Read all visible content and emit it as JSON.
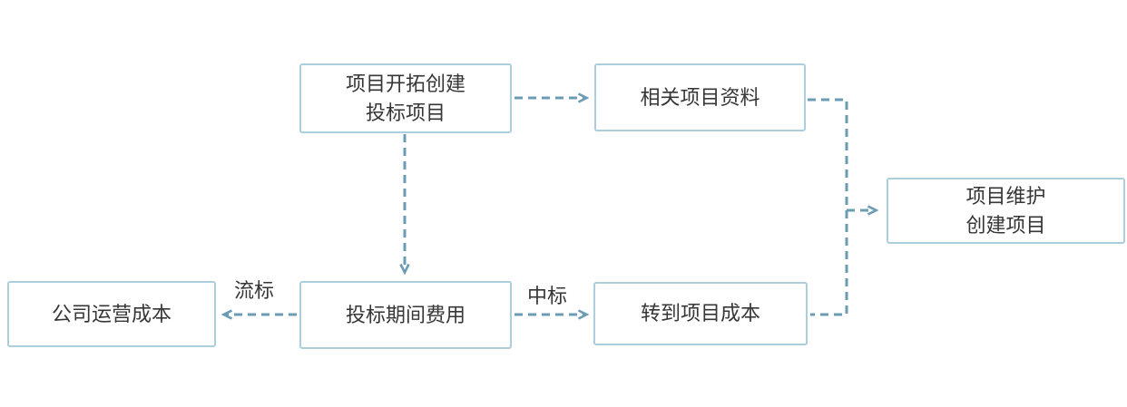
{
  "diagram": {
    "type": "flowchart",
    "colors": {
      "box_border": "#abcedd",
      "arrow": "#6b9cb5",
      "text": "#363636",
      "background": "#ffffff"
    },
    "nodes": [
      {
        "id": "bid-project-creation",
        "lines": [
          "项目开拓创建",
          "投标项目"
        ]
      },
      {
        "id": "related-materials",
        "lines": [
          "相关项目资料"
        ]
      },
      {
        "id": "project-maintenance",
        "lines": [
          "项目维护",
          "创建项目"
        ]
      },
      {
        "id": "company-operating-cost",
        "lines": [
          "公司运营成本"
        ]
      },
      {
        "id": "bidding-period-expenses",
        "lines": [
          "投标期间费用"
        ]
      },
      {
        "id": "transfer-to-project-cost",
        "lines": [
          "转到项目成本"
        ]
      }
    ],
    "edges": [
      {
        "from": "bid-project-creation",
        "to": "related-materials",
        "label": ""
      },
      {
        "from": "bid-project-creation",
        "to": "bidding-period-expenses",
        "label": ""
      },
      {
        "from": "bidding-period-expenses",
        "to": "company-operating-cost",
        "label": "流标"
      },
      {
        "from": "bidding-period-expenses",
        "to": "transfer-to-project-cost",
        "label": "中标"
      },
      {
        "from": "related-materials",
        "to": "project-maintenance",
        "label": ""
      },
      {
        "from": "transfer-to-project-cost",
        "to": "project-maintenance",
        "label": ""
      }
    ],
    "edge_labels": {
      "failed_bid": "流标",
      "won_bid": "中标"
    }
  }
}
